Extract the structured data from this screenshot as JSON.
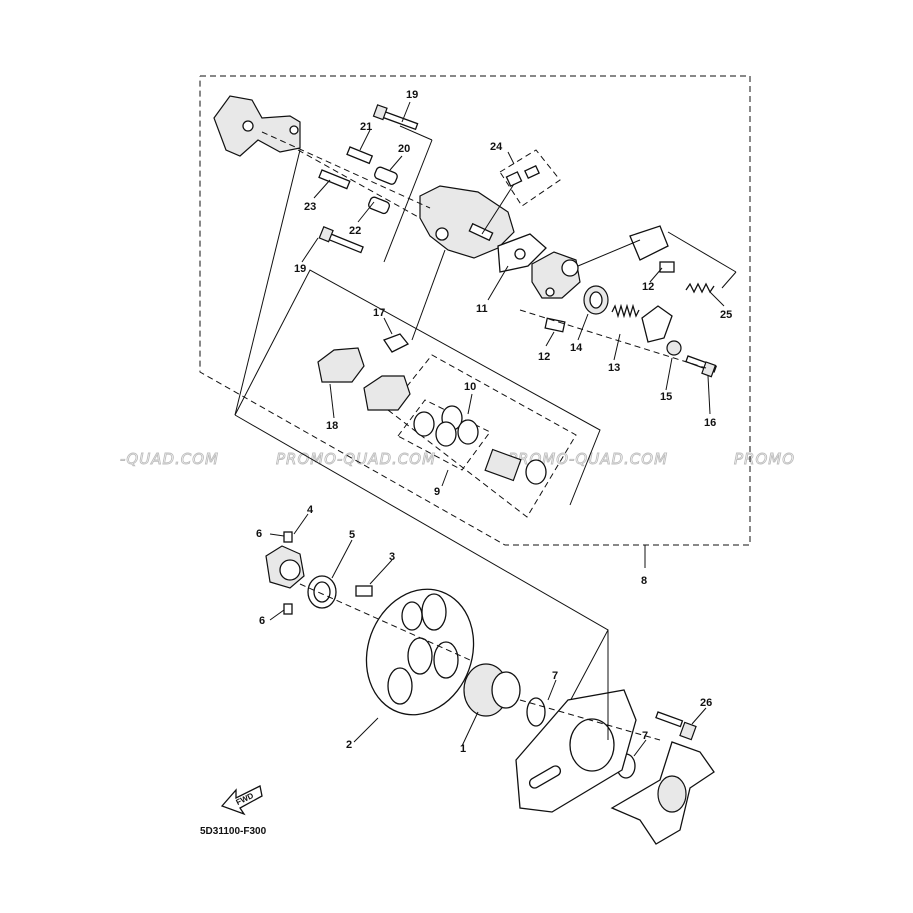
{
  "diagram": {
    "code": "5D31100-F300",
    "fwd_label": "FWD",
    "watermark": [
      "-QUAD.COM",
      "PROMO-QUAD.COM",
      "PROMO-QUAD.COM",
      "PROMO"
    ],
    "callouts": {
      "c1": "1",
      "c2": "2",
      "c3": "3",
      "c4": "4",
      "c5": "5",
      "c6a": "6",
      "c6b": "6",
      "c7a": "7",
      "c7b": "7",
      "c8": "8",
      "c9": "9",
      "c10": "10",
      "c11": "11",
      "c12a": "12",
      "c12b": "12",
      "c13": "13",
      "c14": "14",
      "c15": "15",
      "c16": "16",
      "c17": "17",
      "c18": "18",
      "c19a": "19",
      "c19b": "19",
      "c20": "20",
      "c21": "21",
      "c22": "22",
      "c23": "23",
      "c24": "24",
      "c25": "25",
      "c26": "26"
    }
  }
}
